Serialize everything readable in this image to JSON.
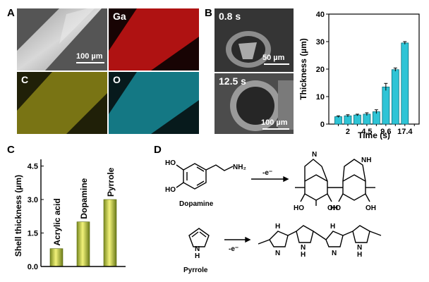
{
  "panels": {
    "a": "A",
    "b": "B",
    "c": "C",
    "d": "D"
  },
  "panel_a": {
    "sem_scale": "100 µm",
    "maps": [
      "Ga",
      "C",
      "O"
    ],
    "map_colors": {
      "Ga": "#d41818",
      "C": "#c8c020",
      "O": "#20b8c8"
    }
  },
  "panel_b": {
    "top_time": "0.8 s",
    "top_scale": "50 µm",
    "bottom_time": "12.5 s",
    "bottom_scale": "100 µm"
  },
  "chart_data": [
    {
      "type": "bar",
      "title": "",
      "xlabel": "Time (s)",
      "ylabel": "Thickness (µm)",
      "x_tick_labels": [
        "2",
        "4.5",
        "9.6",
        "17.4"
      ],
      "yticks": [
        0,
        10,
        20,
        30,
        40
      ],
      "ylim": [
        0,
        40
      ],
      "xlim": [
        0,
        19
      ],
      "bar_color": "#2ec4d6",
      "x": [
        1,
        2,
        3,
        4,
        5,
        6,
        7,
        8,
        9
      ],
      "values": [
        2.7,
        3.0,
        3.3,
        3.6,
        4.5,
        13.5,
        19.8,
        29.5,
        29.5
      ],
      "errors": [
        0.3,
        0.4,
        0.3,
        0.5,
        0.7,
        1.3,
        0.6,
        0.5,
        0.5
      ],
      "grid": false
    },
    {
      "type": "bar",
      "title": "",
      "xlabel": "",
      "ylabel": "Shell thickness (µm)",
      "categories": [
        "Acrylic acid",
        "Dopamine",
        "Pyrrole"
      ],
      "values": [
        0.8,
        2.0,
        3.0
      ],
      "yticks": [
        0.0,
        1.5,
        3.0,
        4.5
      ],
      "ylim": [
        0,
        4.8
      ],
      "bar_color": "#d8dc4a",
      "grid": false
    }
  ],
  "panel_d": {
    "dopamine_label": "Dopamine",
    "pyrrole_label": "Pyrrole",
    "arrow_label": "-e⁻",
    "ho": "HO",
    "oh": "OH",
    "nh2": "NH₂",
    "nh": "NH",
    "n": "N",
    "h": "H"
  }
}
